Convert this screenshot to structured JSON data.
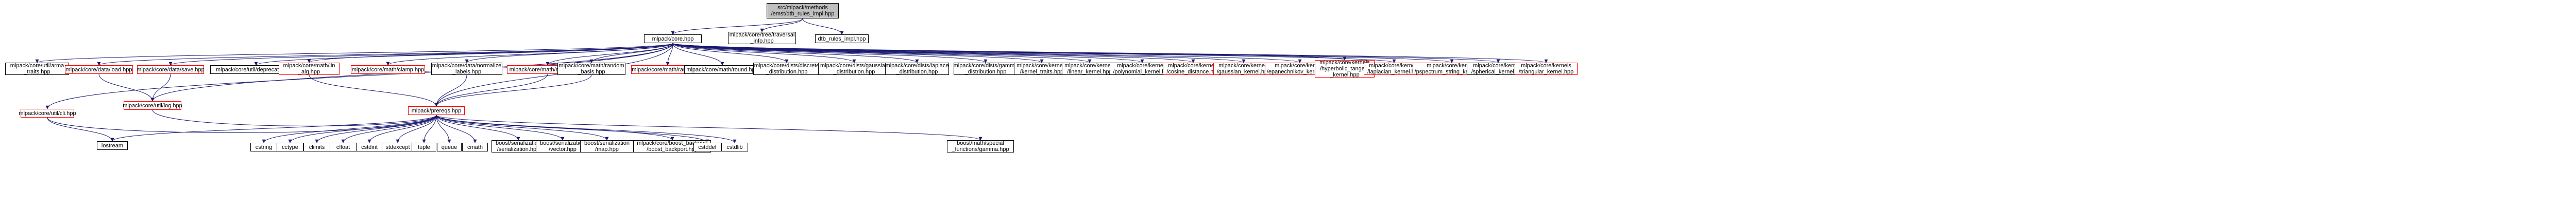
{
  "diagram": {
    "type": "include-dependency-graph",
    "colors": {
      "edge": "#191970",
      "node_border": "#000000",
      "missing_border": "#ff0000",
      "root_fill": "#bfbfbf"
    },
    "nodes": [
      {
        "id": "root",
        "label": "src/mlpack/methods\n/emst/dtb_rules_impl.hpp",
        "style": "root"
      },
      {
        "id": "core",
        "label": "mlpack/core.hpp",
        "style": "normal"
      },
      {
        "id": "trav",
        "label": "mlpack/core/tree/traversal\n_info.hpp",
        "style": "normal"
      },
      {
        "id": "dtbr",
        "label": "dtb_rules_impl.hpp",
        "style": "normal"
      },
      {
        "id": "arma",
        "label": "mlpack/core/util/arma\n_traits.hpp",
        "style": "normal"
      },
      {
        "id": "load",
        "label": "mlpack/core/data/load.hpp",
        "style": "missing"
      },
      {
        "id": "save",
        "label": "mlpack/core/data/save.hpp",
        "style": "missing"
      },
      {
        "id": "depr",
        "label": "mlpack/core/util/deprecated.hpp",
        "style": "normal"
      },
      {
        "id": "lin",
        "label": "mlpack/core/math/lin\n_alg.hpp",
        "style": "missing"
      },
      {
        "id": "clamp",
        "label": "mlpack/core/math/clamp.hpp",
        "style": "missing"
      },
      {
        "id": "norm",
        "label": "mlpack/core/data/normalize\n_labels.hpp",
        "style": "normal"
      },
      {
        "id": "rand",
        "label": "mlpack/core/math/random.hpp",
        "style": "missing"
      },
      {
        "id": "randb",
        "label": "mlpack/core/math/random\n_basis.hpp",
        "style": "normal"
      },
      {
        "id": "range",
        "label": "mlpack/core/math/range.hpp",
        "style": "missing"
      },
      {
        "id": "round",
        "label": "mlpack/core/math/round.hpp",
        "style": "normal"
      },
      {
        "id": "disc",
        "label": "mlpack/core/dists/discrete\n_distribution.hpp",
        "style": "normal"
      },
      {
        "id": "gaussd",
        "label": "mlpack/core/dists/gaussian\n_distribution.hpp",
        "style": "normal"
      },
      {
        "id": "lapd",
        "label": "mlpack/core/dists/laplace\n_distribution.hpp",
        "style": "normal"
      },
      {
        "id": "gamd",
        "label": "mlpack/core/dists/gamma\n_distribution.hpp",
        "style": "normal"
      },
      {
        "id": "ktr",
        "label": "mlpack/core/kernels\n/kernel_traits.hpp",
        "style": "normal"
      },
      {
        "id": "klin",
        "label": "mlpack/core/kernels\n/linear_kernel.hpp",
        "style": "normal"
      },
      {
        "id": "kpoly",
        "label": "mlpack/core/kernels\n/polynomial_kernel.hpp",
        "style": "normal"
      },
      {
        "id": "kcos",
        "label": "mlpack/core/kernels\n/cosine_distance.hpp",
        "style": "missing"
      },
      {
        "id": "kgau",
        "label": "mlpack/core/kernels\n/gaussian_kernel.hpp",
        "style": "missing"
      },
      {
        "id": "kepa",
        "label": "mlpack/core/kernels\n/epanechnikov_kernel.hpp",
        "style": "missing"
      },
      {
        "id": "khyp",
        "label": "mlpack/core/kernels\n/hyperbolic_tangent\n_kernel.hpp",
        "style": "missing"
      },
      {
        "id": "klap",
        "label": "mlpack/core/kernels\n/laplacian_kernel.hpp",
        "style": "missing"
      },
      {
        "id": "kpst",
        "label": "mlpack/core/kernels\n/pspectrum_string_kernel.hpp",
        "style": "missing"
      },
      {
        "id": "ksph",
        "label": "mlpack/core/kernels\n/spherical_kernel.hpp",
        "style": "normal"
      },
      {
        "id": "ktri",
        "label": "mlpack/core/kernels\n/triangular_kernel.hpp",
        "style": "missing"
      },
      {
        "id": "log",
        "label": "mlpack/core/util/log.hpp",
        "style": "missing"
      },
      {
        "id": "cli",
        "label": "mlpack/core/util/cli.hpp",
        "style": "missing"
      },
      {
        "id": "prereq",
        "label": "mlpack/prereqs.hpp",
        "style": "missing"
      },
      {
        "id": "iost",
        "label": "iostream",
        "style": "normal"
      },
      {
        "id": "cstring",
        "label": "cstring",
        "style": "normal"
      },
      {
        "id": "cctype",
        "label": "cctype",
        "style": "normal"
      },
      {
        "id": "climits",
        "label": "climits",
        "style": "normal"
      },
      {
        "id": "cfloat",
        "label": "cfloat",
        "style": "normal"
      },
      {
        "id": "cstdint",
        "label": "cstdint",
        "style": "normal"
      },
      {
        "id": "stdexcept",
        "label": "stdexcept",
        "style": "normal"
      },
      {
        "id": "tuple",
        "label": "tuple",
        "style": "normal"
      },
      {
        "id": "queue",
        "label": "queue",
        "style": "normal"
      },
      {
        "id": "cmath",
        "label": "cmath",
        "style": "normal"
      },
      {
        "id": "bser",
        "label": "boost/serialization\n/serialization.hpp",
        "style": "normal"
      },
      {
        "id": "bvec",
        "label": "boost/serialization\n/vector.hpp",
        "style": "normal"
      },
      {
        "id": "bmap",
        "label": "boost/serialization\n/map.hpp",
        "style": "normal"
      },
      {
        "id": "bback",
        "label": "mlpack/core/boost_backport\n/boost_backport.hpp",
        "style": "normal"
      },
      {
        "id": "cstddef",
        "label": "cstddef",
        "style": "normal"
      },
      {
        "id": "cstdlib",
        "label": "cstdlib",
        "style": "normal"
      },
      {
        "id": "gam",
        "label": "boost/math/special\n_functions/gamma.hpp",
        "style": "normal"
      }
    ],
    "edges": [
      [
        "root",
        "core"
      ],
      [
        "root",
        "trav"
      ],
      [
        "root",
        "dtbr"
      ],
      [
        "core",
        "arma"
      ],
      [
        "core",
        "load"
      ],
      [
        "core",
        "save"
      ],
      [
        "core",
        "depr"
      ],
      [
        "core",
        "lin"
      ],
      [
        "core",
        "clamp"
      ],
      [
        "core",
        "norm"
      ],
      [
        "core",
        "rand"
      ],
      [
        "core",
        "randb"
      ],
      [
        "core",
        "range"
      ],
      [
        "core",
        "round"
      ],
      [
        "core",
        "disc"
      ],
      [
        "core",
        "gaussd"
      ],
      [
        "core",
        "lapd"
      ],
      [
        "core",
        "gamd"
      ],
      [
        "core",
        "ktr"
      ],
      [
        "core",
        "klin"
      ],
      [
        "core",
        "kpoly"
      ],
      [
        "core",
        "kcos"
      ],
      [
        "core",
        "kgau"
      ],
      [
        "core",
        "kepa"
      ],
      [
        "core",
        "khyp"
      ],
      [
        "core",
        "klap"
      ],
      [
        "core",
        "kpst"
      ],
      [
        "core",
        "ksph"
      ],
      [
        "core",
        "ktri"
      ],
      [
        "core",
        "cli"
      ],
      [
        "core",
        "log"
      ],
      [
        "core",
        "prereq"
      ],
      [
        "load",
        "log"
      ],
      [
        "save",
        "log"
      ],
      [
        "cli",
        "iost"
      ],
      [
        "lin",
        "prereq"
      ],
      [
        "norm",
        "prereq"
      ],
      [
        "rand",
        "prereq"
      ],
      [
        "randb",
        "prereq"
      ],
      [
        "log",
        "prereq"
      ],
      [
        "cli",
        "prereq"
      ],
      [
        "prereq",
        "cstring"
      ],
      [
        "prereq",
        "cctype"
      ],
      [
        "prereq",
        "climits"
      ],
      [
        "prereq",
        "cfloat"
      ],
      [
        "prereq",
        "cstdint"
      ],
      [
        "prereq",
        "stdexcept"
      ],
      [
        "prereq",
        "tuple"
      ],
      [
        "prereq",
        "queue"
      ],
      [
        "prereq",
        "cmath"
      ],
      [
        "prereq",
        "bser"
      ],
      [
        "prereq",
        "bvec"
      ],
      [
        "prereq",
        "bmap"
      ],
      [
        "prereq",
        "bback"
      ],
      [
        "prereq",
        "cstddef"
      ],
      [
        "prereq",
        "cstdlib"
      ],
      [
        "prereq",
        "gam"
      ],
      [
        "prereq",
        "iost"
      ]
    ]
  }
}
